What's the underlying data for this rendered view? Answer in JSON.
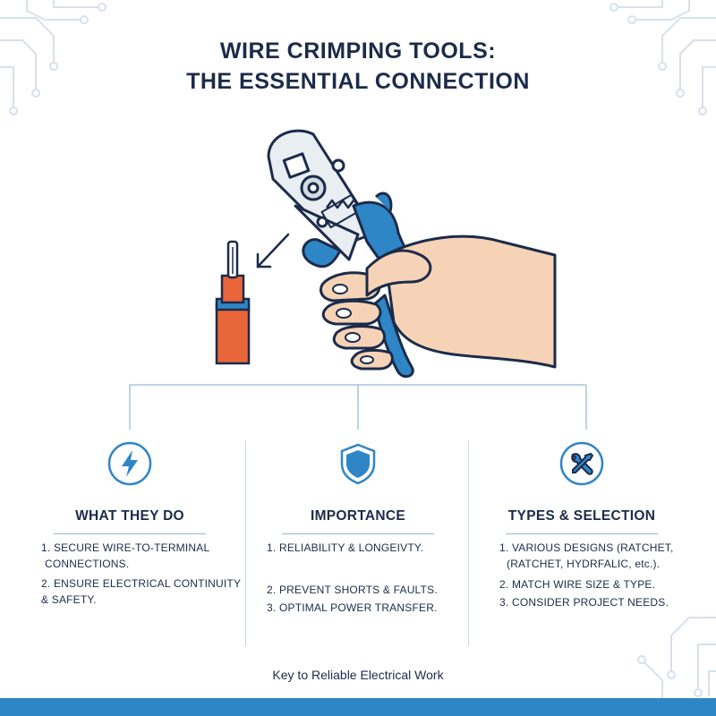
{
  "title": {
    "line1": "WIRE CRIMPING TOOLS:",
    "line2": "THE ESSENTIAL CONNECTION"
  },
  "colors": {
    "accent_blue": "#2f86c6",
    "navy": "#1c2b4a",
    "wire_orange": "#e8663a",
    "skin": "#f6d3b6"
  },
  "columns": [
    {
      "icon": "lightning-bolt-icon",
      "heading": "WHAT THEY DO",
      "items": [
        {
          "num": "1.",
          "line1": "SECURE WIRE-TO-TERMINAL",
          "line2": "CONNECTIONS."
        },
        {
          "num": "2.",
          "line1": "ENSURE ELECTRICAL CONTINUITY",
          "line2": "& SAFETY."
        }
      ]
    },
    {
      "icon": "shield-icon",
      "heading": "IMPORTANCE",
      "items": [
        {
          "num": "1.",
          "line1": "RELIABILITY & LONGEIVTY."
        },
        {
          "num": "2.",
          "line1": "PREVENT SHORTS & FAULTS."
        },
        {
          "num": "3.",
          "line1": "OPTIMAL POWER TRANSFER."
        }
      ]
    },
    {
      "icon": "wrench-screwdriver-icon",
      "heading": "TYPES & SELECTION",
      "items": [
        {
          "num": "1.",
          "line1": "VARIOUS DESIGNS (RATCHET,",
          "line2": "(RATCHET, HYDRFALIC, etc.)."
        },
        {
          "num": "2.",
          "line1": "MATCH WIRE SIZE & TYPE."
        },
        {
          "num": "3.",
          "line1": "CONSIDER PROJECT NEEDS."
        }
      ]
    }
  ],
  "footer": {
    "text": "Key to Reliable Electrical Work"
  }
}
